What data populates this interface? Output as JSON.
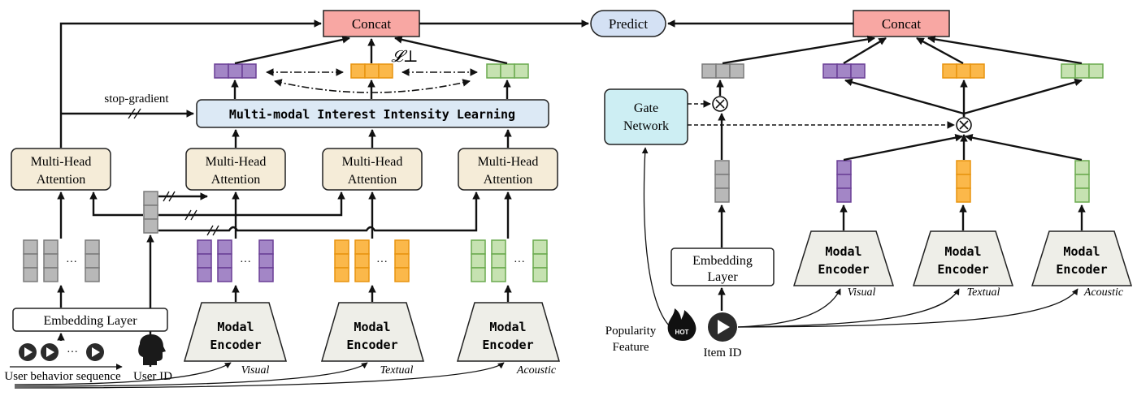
{
  "labels": {
    "concat": "Concat",
    "predict": "Predict",
    "mhsa": [
      "Multi-Head",
      "Attention"
    ],
    "miil": "Multi-modal Interest Intensity Learning",
    "stop_gradient": "stop-gradient",
    "loss": "𝓛⊥",
    "embedding_layer_left": "Embedding Layer",
    "embedding_layer_right": [
      "Embedding",
      "Layer"
    ],
    "modal_encoder": [
      "Modal",
      "Encoder"
    ],
    "gate_network": [
      "Gate",
      "Network"
    ],
    "user_behavior_sequence": "User behavior sequence",
    "user_id": "User ID",
    "item_id": "Item ID",
    "popularity_feature": [
      "Popularity",
      "Feature"
    ],
    "hot": "HOT",
    "visual": "Visual",
    "textual": "Textual",
    "acoustic": "Acoustic",
    "ellipsis": "···",
    "multiply": "×"
  },
  "colors": {
    "gray": [
      "#b8b8b8",
      "#7a7a7a"
    ],
    "purple": [
      "#a386c6",
      "#6a3f95"
    ],
    "orange": [
      "#fbb84a",
      "#e8940f"
    ],
    "green": [
      "#c6e2b1",
      "#6aaa4f"
    ],
    "concat_fill": "#f8a7a3",
    "predict_fill": "#d4e1f4",
    "miil_fill": "#dce9f5",
    "gate_fill": "#cdeef3",
    "mhsa_fill": "#f5ecd8",
    "encoder_fill": "#eeeee8"
  },
  "icons": {
    "play": "play-icon",
    "user": "user-head-icon",
    "hot": "flame-icon",
    "multiply": "multiply-circle-icon"
  }
}
